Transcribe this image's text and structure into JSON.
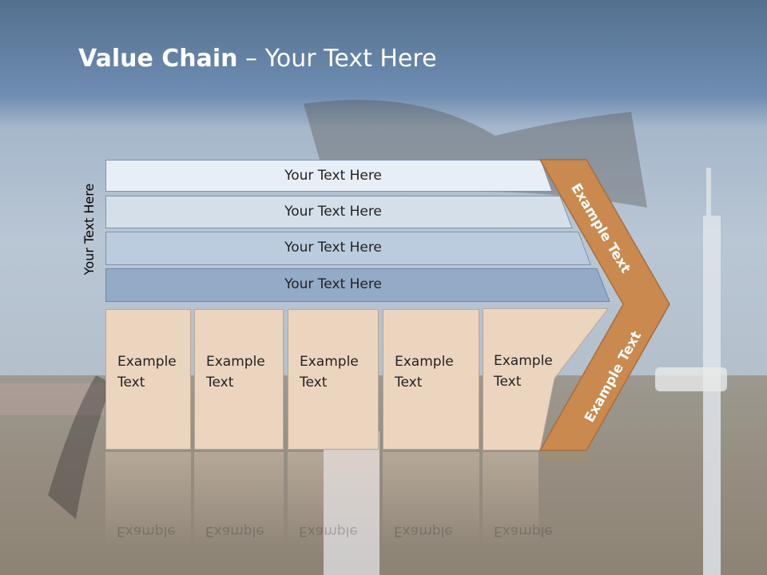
{
  "title": {
    "bold": "Value Chain",
    "rest": " – Your Text Here"
  },
  "side_label": "Your Text Here",
  "support_rows": [
    {
      "label": "Your Text Here",
      "fill": "#e8eef5"
    },
    {
      "label": "Your Text Here",
      "fill": "#d4dfea"
    },
    {
      "label": "Your Text Here",
      "fill": "#bcccdf"
    },
    {
      "label": "Your Text Here",
      "fill": "#93abc7"
    }
  ],
  "primary_boxes": [
    {
      "line1": "Example",
      "line2": "Text"
    },
    {
      "line1": "Example",
      "line2": "Text"
    },
    {
      "line1": "Example",
      "line2": "Text"
    },
    {
      "line1": "Example",
      "line2": "Text"
    },
    {
      "line1": "Example",
      "line2": "Text"
    }
  ],
  "arrow": {
    "top_label": "Example Text",
    "bottom_label": "Example Text",
    "color": "#c9894f"
  }
}
